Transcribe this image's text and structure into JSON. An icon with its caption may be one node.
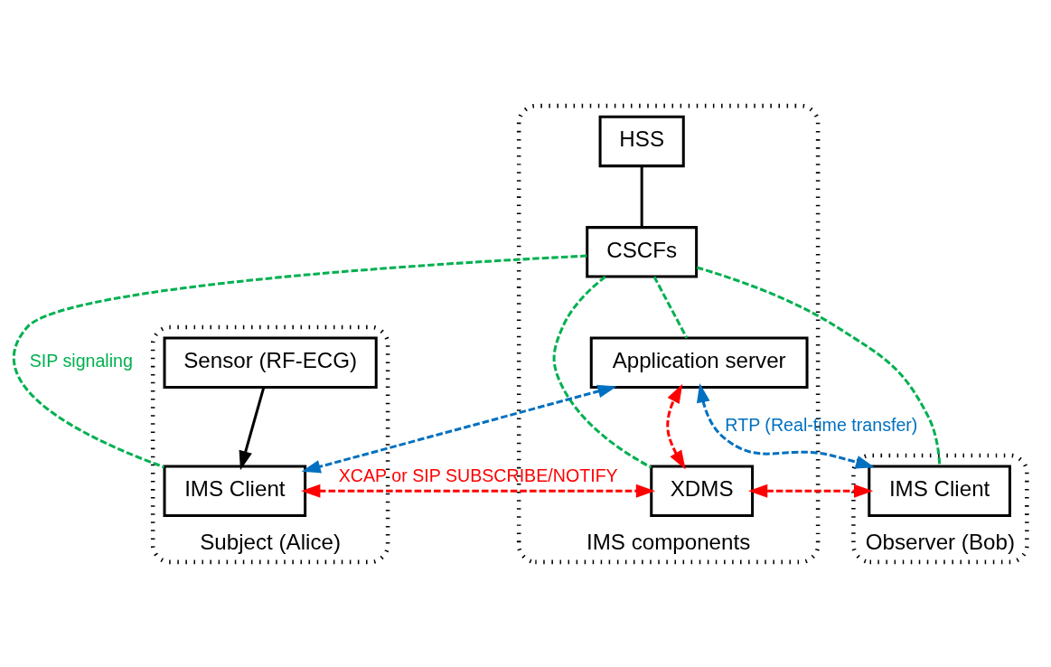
{
  "diagram": {
    "nodes": [
      {
        "text": [
          "IMS components"
        ]
      },
      {
        "text": [
          "HSS"
        ],
        "in": 0
      },
      {
        "text": [
          "CSCFs"
        ],
        "in": 0
      },
      {
        "text": [
          "XDMS"
        ],
        "in": 0
      },
      {
        "text": [
          "Application server"
        ],
        "in": 0
      },
      {
        "text": [
          "Subject (Alice)"
        ]
      },
      {
        "text": [
          "IMS Client"
        ],
        "in": 5
      },
      {
        "text": [
          "Sensor (RF-ECG)"
        ],
        "in": 5
      },
      {
        "text": [
          "Observer (Bob)"
        ]
      },
      {
        "text": [
          "IMS Client"
        ],
        "in": 8
      }
    ],
    "edges": [
      {
        "from": 1,
        "to": 2,
        "arrow": "none",
        "color": "#000000"
      },
      {
        "from": 2,
        "to": 6,
        "arrow": "none",
        "label": "SIP signaling",
        "style": "dashed",
        "color": "#00b050"
      },
      {
        "from": 2,
        "to": 9,
        "arrow": "none",
        "style": "dashed",
        "color": "#00b050"
      },
      {
        "from": 2,
        "to": 3,
        "arrow": "none",
        "style": "dashed",
        "color": "#00b050"
      },
      {
        "from": 2,
        "to": 4,
        "arrow": "none",
        "style": "dashed",
        "color": "#00b050"
      },
      {
        "from": 7,
        "to": 6,
        "arrow": "to",
        "color": "#000000"
      },
      {
        "from": 6,
        "to": 3,
        "arrow": "both",
        "label": "XCAP or SIP SUBSCRIBE/NOTIFY",
        "style": "dashed",
        "color": "#ff0000"
      },
      {
        "from": 3,
        "to": 9,
        "arrow": "both",
        "style": "dashed",
        "color": "#ff0000"
      },
      {
        "from": 3,
        "to": 4,
        "arrow": "both",
        "style": "dashed",
        "color": "#ff0000"
      },
      {
        "from": 4,
        "to": 6,
        "arrow": "both",
        "style": "dashed",
        "color": "#0070c0"
      },
      {
        "from": 4,
        "to": 9,
        "arrow": "both",
        "label": "RTP (Real-time transfer)",
        "style": "dashed",
        "color": "#0070c0"
      }
    ]
  }
}
